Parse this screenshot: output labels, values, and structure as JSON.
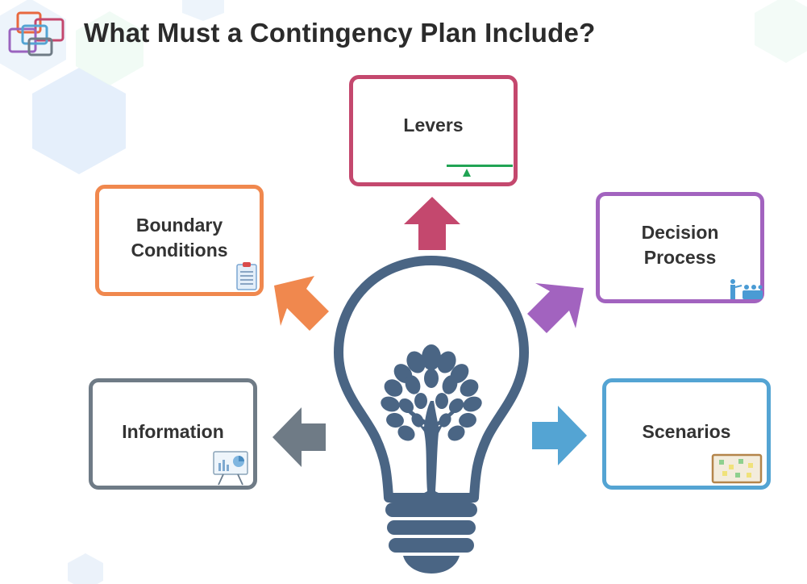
{
  "title": "What Must a Contingency Plan Include?",
  "items": [
    {
      "id": "levers",
      "line1": "Levers",
      "line2": "",
      "color": "#c4486e",
      "icon": "balance-scale-icon"
    },
    {
      "id": "boundary",
      "line1": "Boundary",
      "line2": "Conditions",
      "color": "#f0884e",
      "icon": "clipboard-icon"
    },
    {
      "id": "decision",
      "line1": "Decision",
      "line2": "Process",
      "color": "#a263bf",
      "icon": "meeting-presenter-icon"
    },
    {
      "id": "information",
      "line1": "Information",
      "line2": "",
      "color": "#6f7b86",
      "icon": "presentation-board-icon"
    },
    {
      "id": "scenarios",
      "line1": "Scenarios",
      "line2": "",
      "color": "#54a4d3",
      "icon": "sticky-notes-board-icon"
    }
  ],
  "center": {
    "icon": "lightbulb-tree-icon",
    "color": "#4a6584"
  },
  "logo": {
    "icon": "overlapping-squares-logo"
  }
}
